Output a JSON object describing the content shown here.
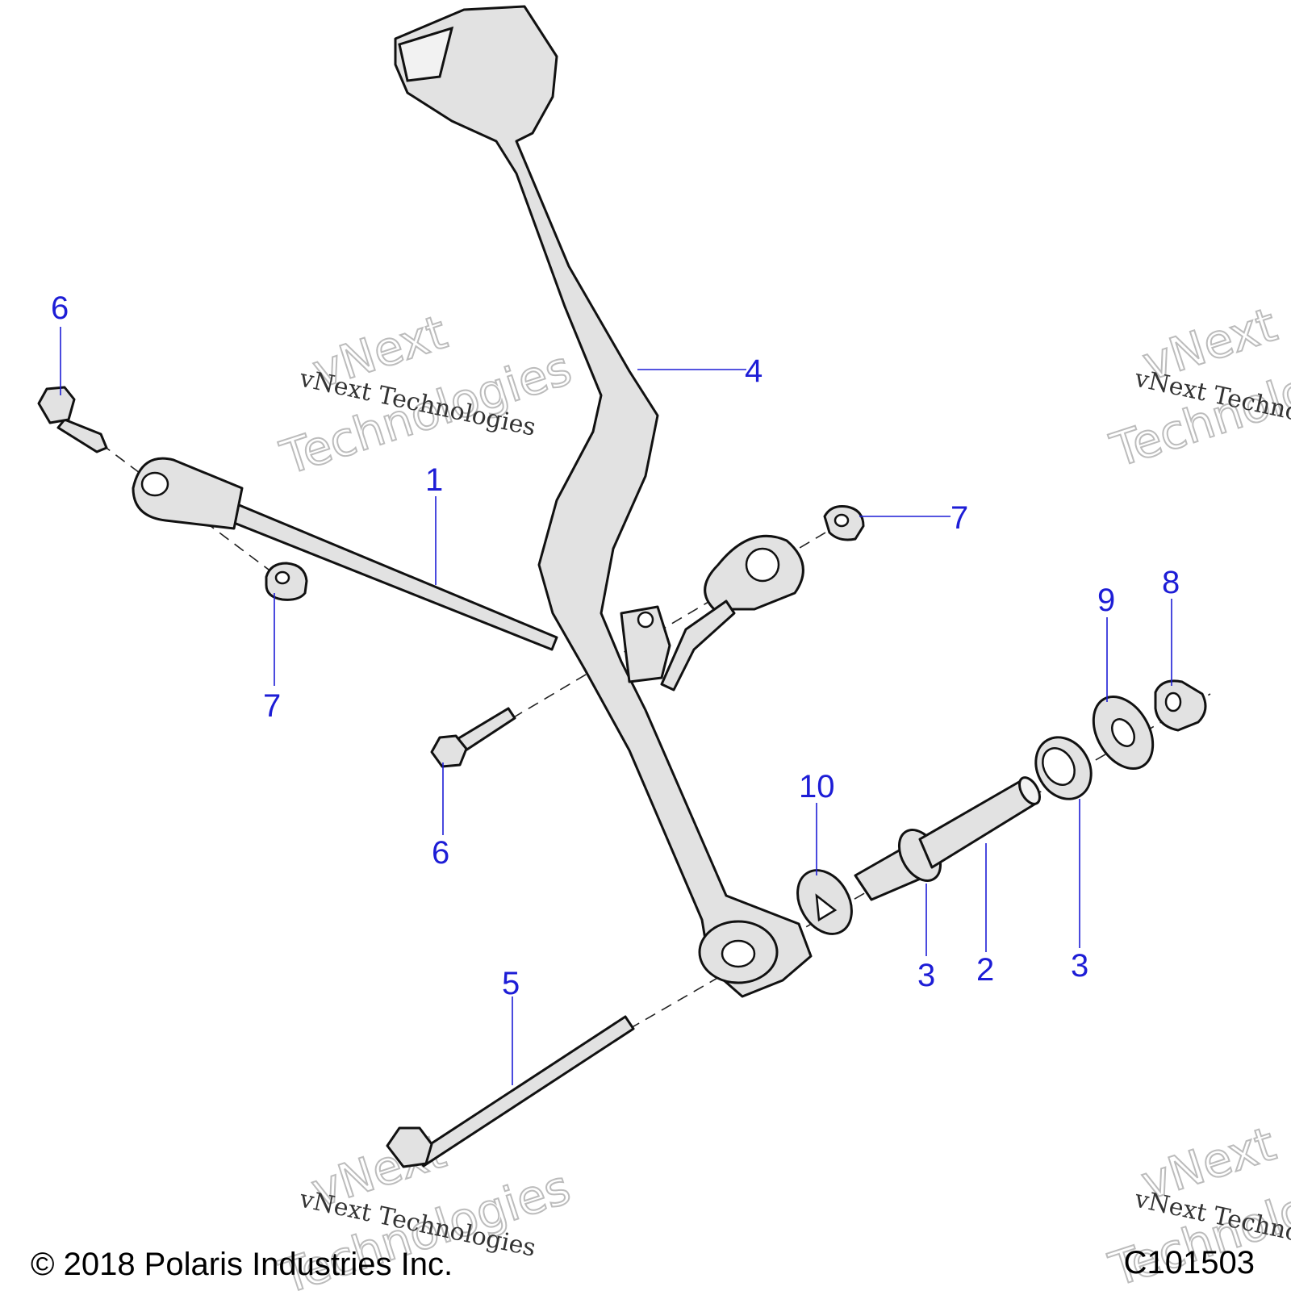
{
  "watermark": {
    "line1": "vNext",
    "line2": "Technologies",
    "caption": "vNext Technologies"
  },
  "callouts": [
    "1",
    "2",
    "3",
    "3",
    "4",
    "5",
    "6",
    "6",
    "7",
    "7",
    "8",
    "9",
    "10"
  ],
  "footer": {
    "copyright": "© 2018 Polaris Industries Inc.",
    "figure_id": "C101503"
  }
}
